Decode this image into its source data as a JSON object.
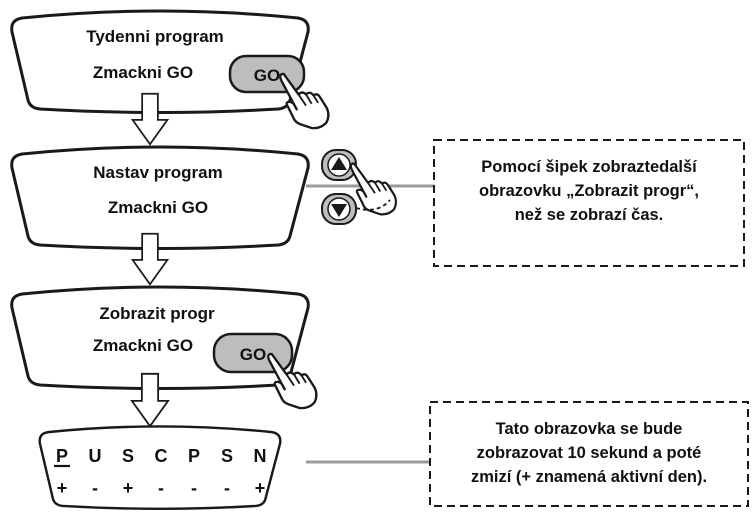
{
  "screens": [
    {
      "line1": "Tydenni program",
      "line2": "Zmackni GO"
    },
    {
      "line1": "Nastav program",
      "line2": "Zmackni GO"
    },
    {
      "line1": "Zobrazit progr",
      "line2": "Zmackni GO"
    }
  ],
  "buttons": {
    "go_label": "GO",
    "up_icon": "up-triangle",
    "down_icon": "down-triangle",
    "hand_icon": "pointing-hand"
  },
  "week_display": {
    "days": [
      "P",
      "U",
      "S",
      "C",
      "P",
      "S",
      "N"
    ],
    "states": [
      "+",
      "-",
      "+",
      "-",
      "-",
      "-",
      "+"
    ],
    "underlined_day_index": 0
  },
  "notes": [
    {
      "lines": [
        "Pomocí šipek zobraztedalší",
        "obrazovku „Zobrazit progr“,",
        "než se zobrazí čas."
      ]
    },
    {
      "lines": [
        "Tato obrazovka se bude",
        "zobrazovat 10 sekund a poté",
        "zmizí (+ znamená aktivní den)."
      ]
    }
  ],
  "colors": {
    "outline": "#1a1a1a",
    "button_fill": "#bdbdbd",
    "connector": "#9a9a9a"
  }
}
